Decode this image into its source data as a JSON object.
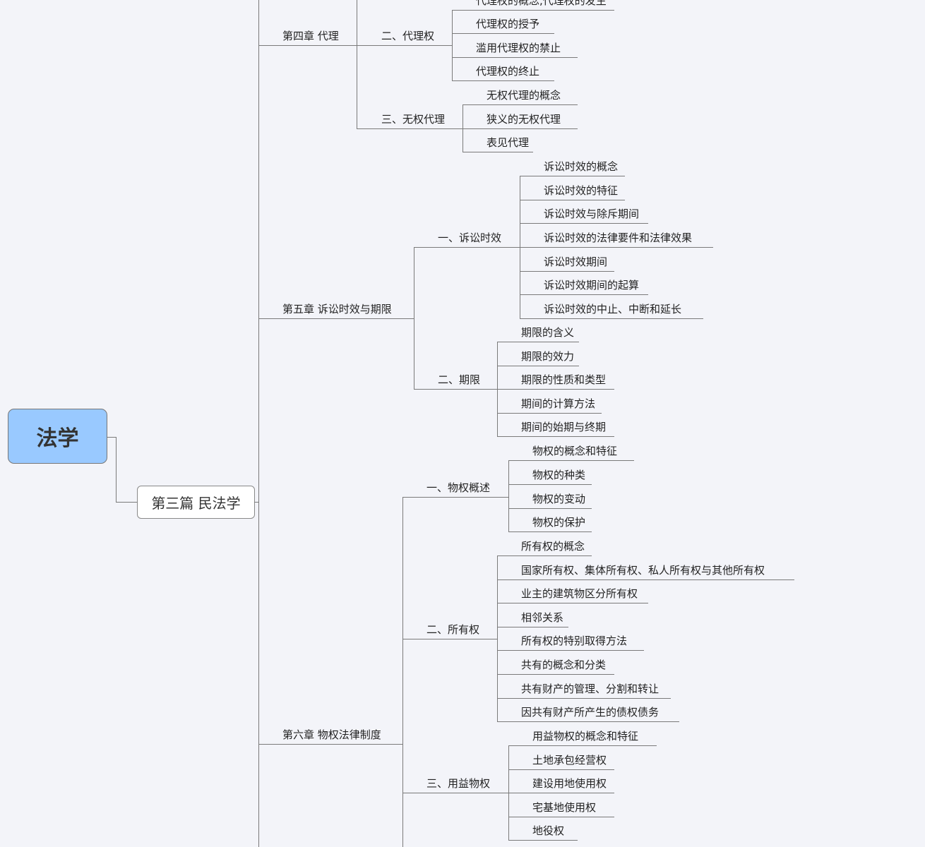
{
  "root": "法学",
  "part": "第三篇 民法学",
  "chapters": [
    {
      "title": "第四章 代理",
      "sections": [
        {
          "title": "二、代理权",
          "items": [
            "代理权的概念,代理权的发生",
            "代理权的授予",
            "滥用代理权的禁止",
            "代理权的终止"
          ]
        },
        {
          "title": "三、无权代理",
          "items": [
            "无权代理的概念",
            "狭义的无权代理",
            "表见代理"
          ]
        }
      ]
    },
    {
      "title": "第五章 诉讼时效与期限",
      "sections": [
        {
          "title": "一、诉讼时效",
          "items": [
            "诉讼时效的概念",
            "诉讼时效的特征",
            "诉讼时效与除斥期间",
            "诉讼时效的法律要件和法律效果",
            "诉讼时效期间",
            "诉讼时效期间的起算",
            "诉讼时效的中止、中断和延长"
          ]
        },
        {
          "title": "二、期限",
          "items": [
            "期限的含义",
            "期限的效力",
            "期限的性质和类型",
            "期间的计算方法",
            "期间的始期与终期"
          ]
        }
      ]
    },
    {
      "title": "第六章 物权法律制度",
      "sections": [
        {
          "title": "一、物权概述",
          "items": [
            "物权的概念和特征",
            "物权的种类",
            "物权的变动",
            "物权的保护"
          ]
        },
        {
          "title": "二、所有权",
          "items": [
            "所有权的概念",
            "国家所有权、集体所有权、私人所有权与其他所有权",
            "业主的建筑物区分所有权",
            "相邻关系",
            "所有权的特别取得方法",
            "共有的概念和分类",
            "共有财产的管理、分割和转让",
            "因共有财产所产生的债权债务"
          ]
        },
        {
          "title": "三、用益物权",
          "items": [
            "用益物权的概念和特征",
            "土地承包经营权",
            "建设用地使用权",
            "宅基地使用权",
            "地役权"
          ]
        }
      ]
    }
  ]
}
